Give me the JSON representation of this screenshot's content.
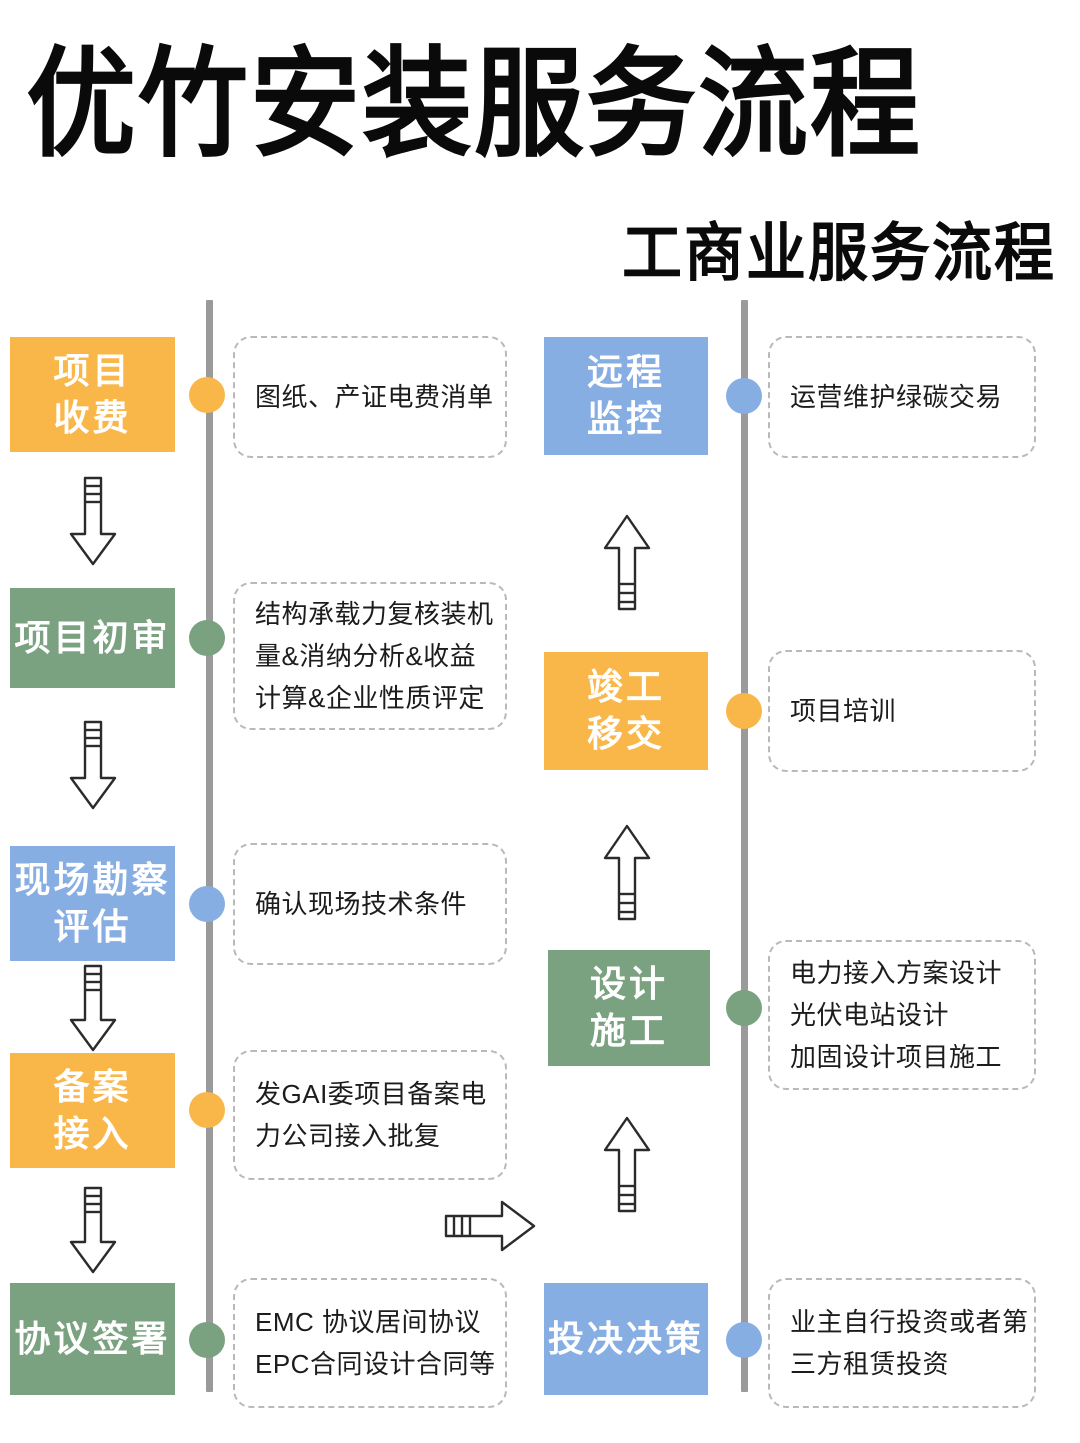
{
  "header": {
    "title": "优竹安装服务流程",
    "subtitle": "工商业服务流程"
  },
  "colors": {
    "orange": "#F9B74A",
    "green": "#7BA280",
    "blue": "#86AEE3",
    "timeline": "#9A9A9A",
    "card_border": "#B9B9B9",
    "text": "#1C1C1C"
  },
  "left_column": {
    "stages": [
      {
        "label_lines": [
          "项目",
          "收费"
        ],
        "color": "orange",
        "detail_lines": [
          "图纸、产证电费消单"
        ]
      },
      {
        "label_lines": [
          "项目初审"
        ],
        "color": "green",
        "detail_lines": [
          "结构承载力复核装机",
          "量&消纳分析&收益",
          "计算&企业性质评定"
        ]
      },
      {
        "label_lines": [
          "现场勘察",
          "评估"
        ],
        "color": "blue",
        "detail_lines": [
          "确认现场技术条件"
        ]
      },
      {
        "label_lines": [
          "备案",
          "接入"
        ],
        "color": "orange",
        "detail_lines": [
          "发GAI委项目备案电",
          "力公司接入批复"
        ]
      },
      {
        "label_lines": [
          "协议签署"
        ],
        "color": "green",
        "detail_lines": [
          "EMC 协议居间协议",
          "EPC合同设计合同等"
        ]
      }
    ]
  },
  "right_column": {
    "stages": [
      {
        "label_lines": [
          "远程",
          "监控"
        ],
        "color": "blue",
        "detail_lines": [
          "运营维护绿碳交易"
        ]
      },
      {
        "label_lines": [
          "竣工",
          "移交"
        ],
        "color": "orange",
        "detail_lines": [
          "项目培训"
        ]
      },
      {
        "label_lines": [
          "设计",
          "施工"
        ],
        "color": "green",
        "detail_lines": [
          "电力接入方案设计",
          "光伏电站设计",
          "加固设计项目施工"
        ]
      },
      {
        "label_lines": [
          "投决决策"
        ],
        "color": "blue",
        "detail_lines": [
          "业主自行投资或者第",
          "三方租赁投资"
        ]
      }
    ]
  },
  "connectors": {
    "left_down_arrows": 4,
    "right_up_arrows": 3,
    "cross_arrow_direction": "right"
  }
}
